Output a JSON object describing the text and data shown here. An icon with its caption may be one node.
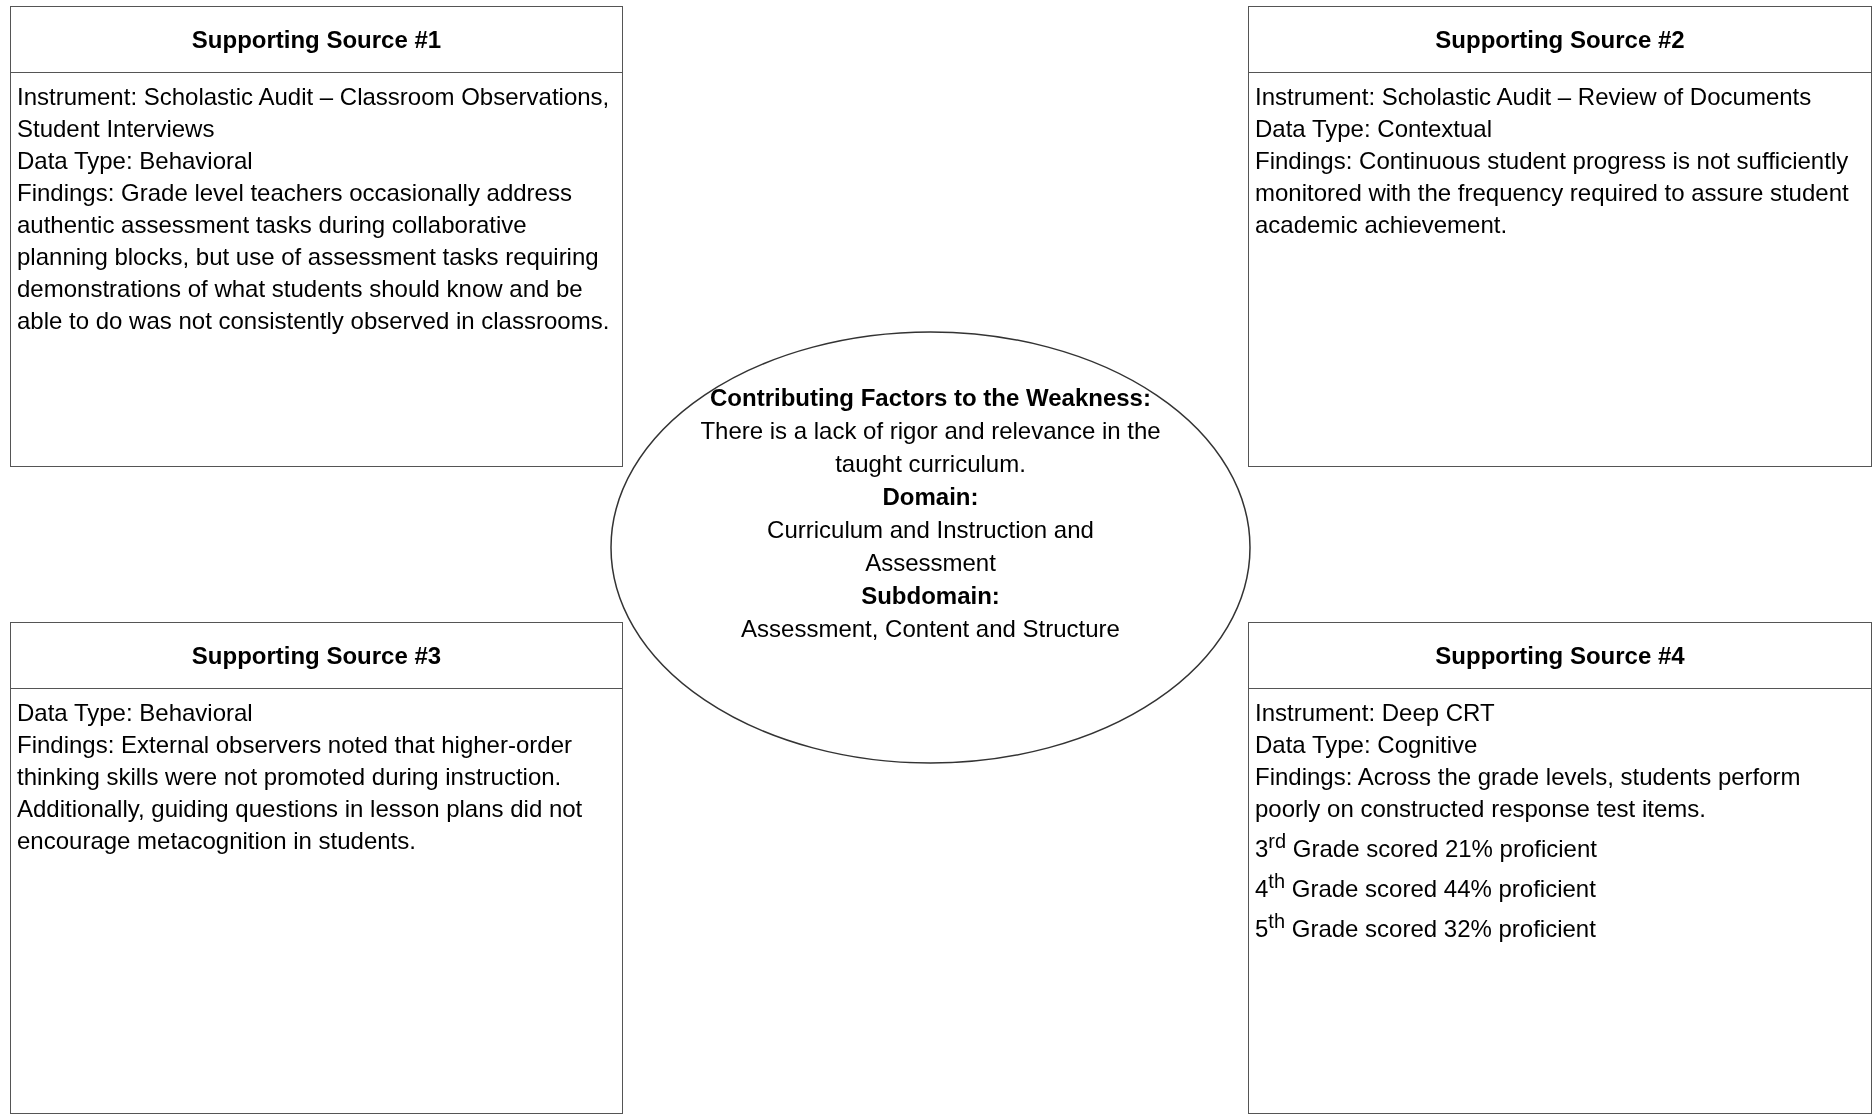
{
  "diagram": {
    "nodes": [
      {
        "text": [
          "Supporting Source #1",
          "Instrument:  Scholastic Audit – Classroom Observations, Student Interviews",
          "Data Type:  Behavioral",
          "Findings:  Grade level teachers occasionally address authentic assessment tasks during collaborative planning blocks, but use of assessment tasks requiring demonstrations of what students should know and be able to do was not consistently observed in classrooms."
        ]
      },
      {
        "text": [
          "Supporting Source #2",
          "Instrument:  Scholastic Audit – Review of Documents",
          "Data Type: Contextual",
          "Findings:  Continuous student progress is not sufficiently monitored with the frequency required to assure student academic achievement."
        ]
      },
      {
        "text": [
          "Contributing Factors to the Weakness:",
          "There is a lack of rigor and relevance in the taught curriculum.",
          "Domain:",
          "Curriculum and Instruction and Assessment",
          "Subdomain:",
          "Assessment, Content and Structure"
        ]
      },
      {
        "text": [
          "Supporting Source #3",
          "Data Type:  Behavioral",
          "Findings:  External observers noted that higher-order thinking skills were not promoted during instruction.  Additionally, guiding questions in lesson plans did not encourage metacognition in students."
        ]
      },
      {
        "text": [
          "Supporting Source #4",
          "Instrument:  Deep CRT",
          "Data Type:  Cognitive",
          "Findings:  Across the grade levels, students perform poorly on constructed response test items.",
          "3$^{rd}$ Grade scored 21% proficient",
          "4$^{th}$ Grade scored 44% proficient",
          "5$^{th}$ Grade scored 32% proficient"
        ]
      }
    ]
  }
}
